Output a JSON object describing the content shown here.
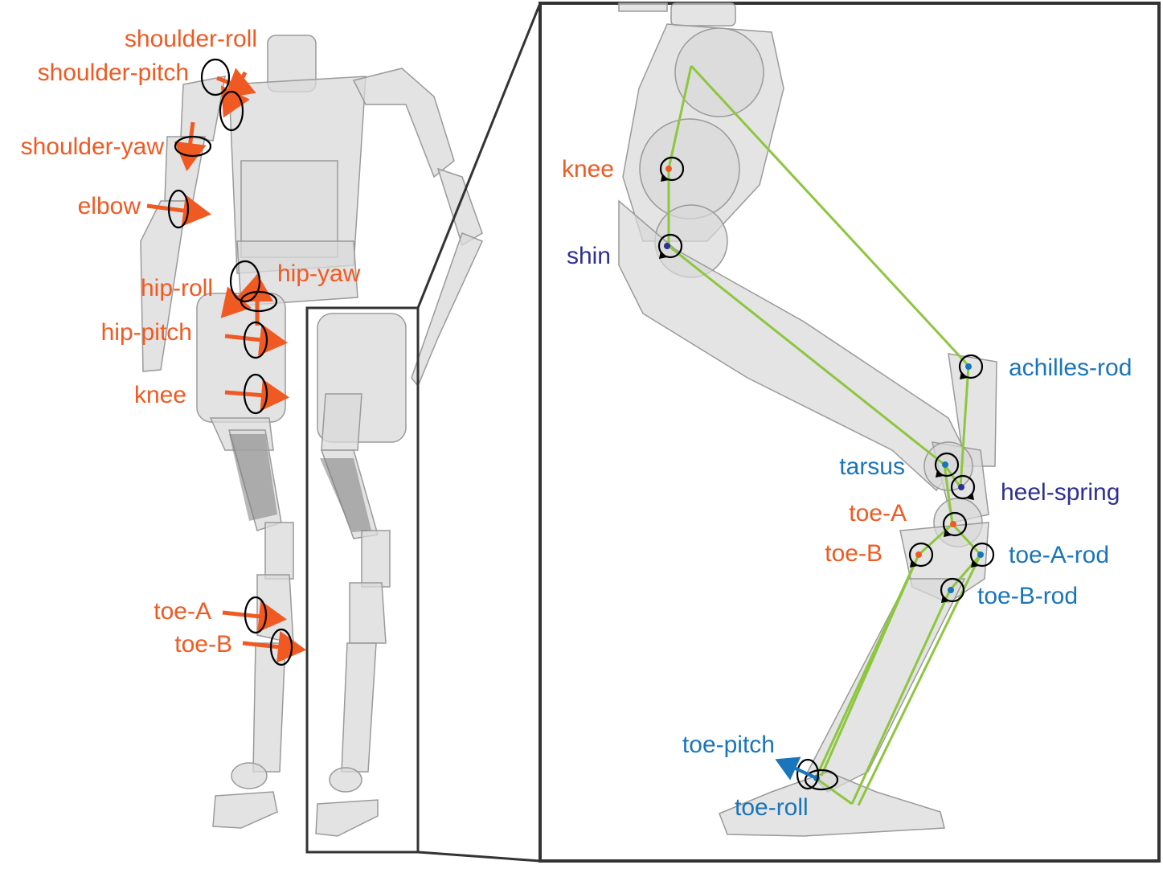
{
  "colors": {
    "actuated": "#f05a22",
    "passive_blue": "#1a75bb",
    "passive_navy": "#2e3192",
    "linkage": "#8dc63f",
    "frame": "#333333",
    "body_fill": "#d9d9d9",
    "body_stroke": "#9a9a9a"
  },
  "left_panel": {
    "labels": {
      "shoulder_roll": "shoulder-roll",
      "shoulder_pitch": "shoulder-pitch",
      "shoulder_yaw": "shoulder-yaw",
      "elbow": "elbow",
      "hip_roll": "hip-roll",
      "hip_yaw": "hip-yaw",
      "hip_pitch": "hip-pitch",
      "knee": "knee",
      "toe_a": "toe-A",
      "toe_b": "toe-B"
    }
  },
  "right_panel": {
    "labels": {
      "knee": "knee",
      "shin": "shin",
      "achilles_rod": "achilles-rod",
      "tarsus": "tarsus",
      "heel_spring": "heel-spring",
      "toe_a": "toe-A",
      "toe_b": "toe-B",
      "toe_a_rod": "toe-A-rod",
      "toe_b_rod": "toe-B-rod",
      "toe_pitch": "toe-pitch",
      "toe_roll": "toe-roll"
    }
  },
  "icons": {
    "rotation": "rotation-arrow-icon",
    "axis": "axis-arrow-icon",
    "joint": "joint-dot-icon"
  }
}
